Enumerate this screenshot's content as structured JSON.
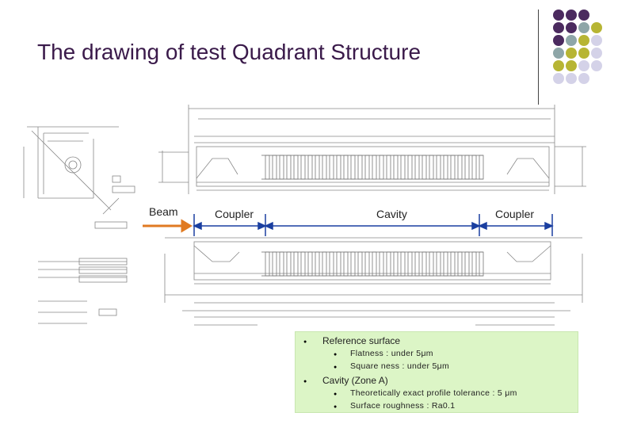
{
  "slide": {
    "title": "The drawing of test Quadrant Structure"
  },
  "labels": {
    "beam": "Beam",
    "coupler_left": "Coupler",
    "cavity": "Cavity",
    "coupler_right": "Coupler"
  },
  "specs": {
    "items": [
      {
        "label": "Reference surface",
        "sub": [
          "Flatness : under 5μm",
          "Square ness : under 5μm"
        ]
      },
      {
        "label": "Cavity (Zone A)",
        "sub": [
          "Theoretically exact profile tolerance : 5 μm",
          "Surface roughness : Ra0.1"
        ]
      }
    ]
  },
  "colors": {
    "title": "#3a1a4a",
    "dot_purple": "#4b2a5f",
    "dot_teal": "#8ea6a8",
    "dot_olive": "#b7b534",
    "dot_lavender": "#d4d2e8",
    "beam_arrow": "#e07a22",
    "dimension_line": "#1a3fa0",
    "spec_background": "#dcf5c6"
  }
}
